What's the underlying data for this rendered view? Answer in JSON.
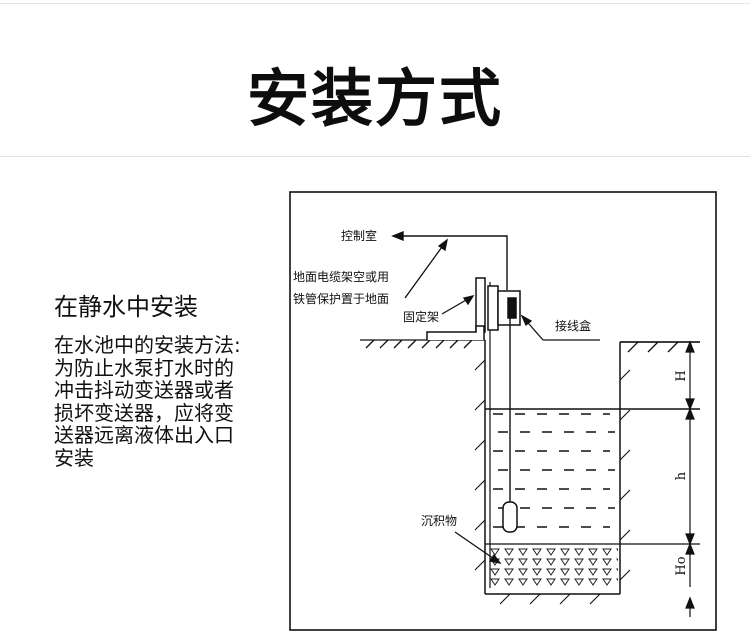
{
  "header": {
    "title": "安装方式"
  },
  "description": {
    "heading": "在静水中安装",
    "lines": [
      "在水池中的安装方法:",
      "为防止水泵打水时的",
      "冲击抖动变送器或者",
      "损坏变送器，应将变",
      "送器远离液体出入口",
      "安装"
    ]
  },
  "diagram": {
    "labels": {
      "control_room": "控制室",
      "cable_line1": "地面电缆架空或用",
      "cable_line2": "铁管保护置于地面",
      "bracket": "固定架",
      "junction_box": "接线盒",
      "sediment": "沉积物"
    },
    "dimensions": {
      "H": "H",
      "h": "h",
      "Ho": "Ho"
    }
  }
}
